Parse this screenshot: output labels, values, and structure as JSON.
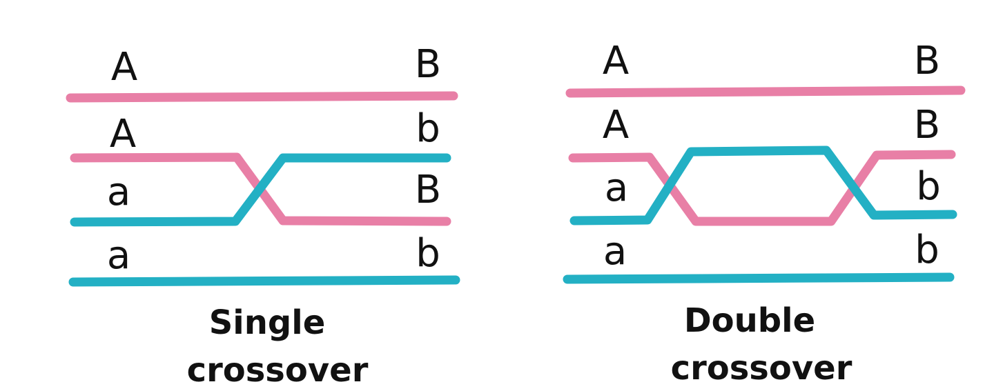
{
  "colors": {
    "pink": "#e87fa6",
    "teal": "#23b0c4",
    "text": "#111111"
  },
  "single": {
    "rows": [
      {
        "left": "A",
        "right": "B"
      },
      {
        "left": "A",
        "right": "b"
      },
      {
        "left": "a",
        "right": "B"
      },
      {
        "left": "a",
        "right": "b"
      }
    ],
    "caption_line1": "Single",
    "caption_line2": "crossover"
  },
  "double": {
    "rows": [
      {
        "left": "A",
        "right": "B"
      },
      {
        "left": "A",
        "right": "B"
      },
      {
        "left": "a",
        "right": "b"
      },
      {
        "left": "a",
        "right": "b"
      }
    ],
    "caption_line1": "Double",
    "caption_line2": "crossover"
  }
}
